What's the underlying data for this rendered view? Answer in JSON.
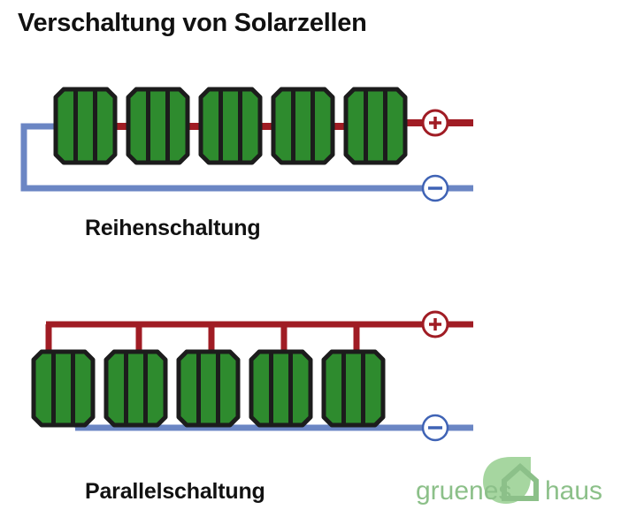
{
  "title": "Verschaltung von Solarzellen",
  "diagrams": [
    {
      "id": "series",
      "label": "Reihenschaltung",
      "cell_count": 5,
      "positive_terminal": "+",
      "negative_terminal": "−"
    },
    {
      "id": "parallel",
      "label": "Parallelschaltung",
      "cell_count": 5,
      "positive_terminal": "+",
      "negative_terminal": "−"
    }
  ],
  "logo": {
    "word_left": "gruenes",
    "word_right": "haus",
    "icon": "leaf-house-icon"
  },
  "colors": {
    "cell_green": "#2e8b2e",
    "cell_outline": "#1c1c1c",
    "wire_red": "#a01c24",
    "wire_blue": "#6b86c4",
    "logo_green": "#8cc089",
    "logo_leaf": "#a6d6a0",
    "text": "#111111",
    "background": "#ffffff"
  }
}
